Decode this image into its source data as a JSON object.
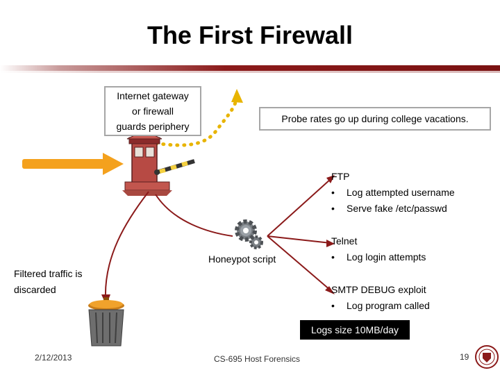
{
  "title": "The First Firewall",
  "gateway_label": [
    "Internet gateway",
    "or firewall",
    "guards periphery"
  ],
  "probe_note": "Probe rates go up during college vacations.",
  "filtered_label": [
    "Filtered traffic is",
    "discarded"
  ],
  "honeypot_label": "Honeypot script",
  "services": {
    "ftp": {
      "heading": "FTP",
      "items": [
        "Log attempted username",
        "Serve fake /etc/passwd"
      ]
    },
    "telnet": {
      "heading": "Telnet",
      "items": [
        "Log login attempts"
      ]
    },
    "smtp": {
      "heading": "SMTP DEBUG exploit",
      "items": [
        "Log program called"
      ]
    }
  },
  "bullet_char": "•",
  "logs_note": "Logs size 10MB/day",
  "footer": {
    "date": "2/12/2013",
    "course": "CS-695 Host Forensics",
    "page": "19"
  },
  "colors": {
    "arrow_orange": "#f4a11d",
    "line_red": "#8b1a1a",
    "dotted_yellow": "#e8b400",
    "header_rule": "#7a1212"
  },
  "icons": [
    "incoming-traffic-arrow-icon",
    "guard-booth-icon",
    "gears-icon",
    "trash-can-icon",
    "university-seal-icon"
  ]
}
